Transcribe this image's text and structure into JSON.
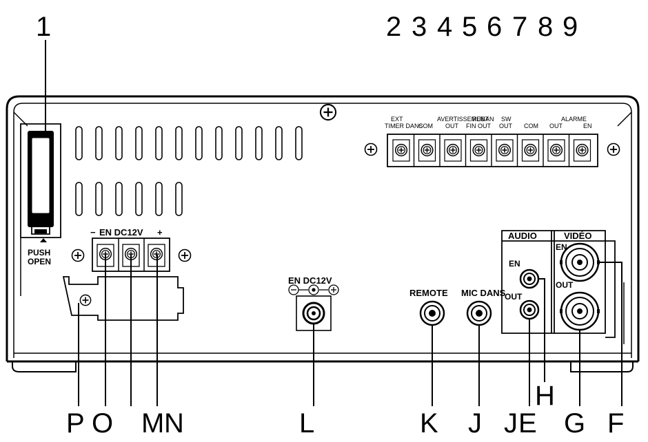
{
  "callouts": {
    "n1": "1",
    "n2": "2",
    "n3": "3",
    "n4": "4",
    "n5": "5",
    "n6": "6",
    "n7": "7",
    "n8": "8",
    "n9": "9",
    "P": "P",
    "O": "O",
    "M": "M",
    "N": "N",
    "L": "L",
    "K": "K",
    "J": "J",
    "JE_J": "J",
    "JE_E": "E",
    "G": "G",
    "F": "F",
    "H": "H"
  },
  "terminal_labels": {
    "ext": "EXT",
    "timer_dans": "TIMER DANS",
    "com1": "COM",
    "avertissement": "AVERTISSEMENT",
    "out1": "OUT",
    "ruban": "RUBAN",
    "fin_out": "FIN OUT",
    "sw": "SW",
    "out2": "OUT",
    "com2": "COM",
    "alarme": "ALARME",
    "alarme_out": "OUT",
    "alarme_en": "EN"
  },
  "panel_labels": {
    "power_minus": "−",
    "power_text": "EN DC12V",
    "power_plus": "+",
    "push": "PUSH",
    "open": "OPEN",
    "dc_in": "EN DC12V",
    "remote": "REMOTE",
    "mic_dans": "MIC DANS",
    "audio": "AUDIO",
    "video": "VIDÉO",
    "audio_en": "EN",
    "audio_out": "OUT",
    "video_en": "EN",
    "video_out": "OUT"
  },
  "colors": {
    "ink": "#000000",
    "paper": "#ffffff",
    "shade": "#222222"
  }
}
